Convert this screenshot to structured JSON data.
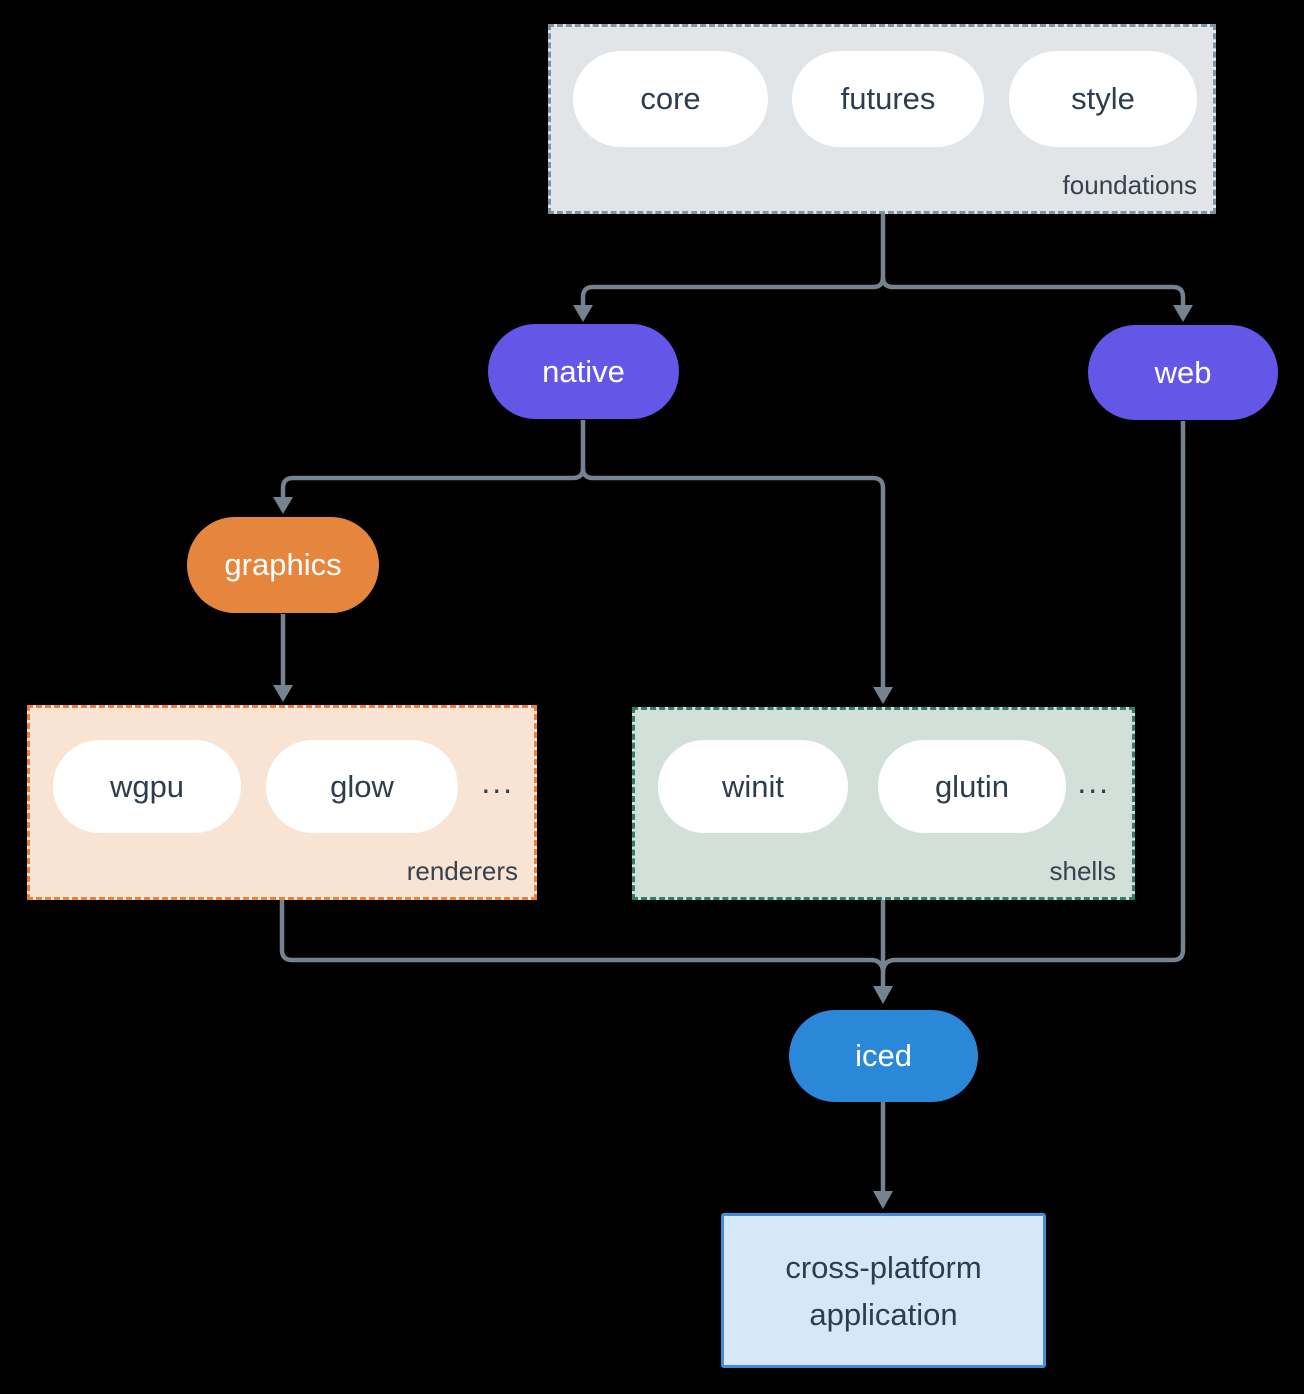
{
  "foundations": {
    "label": "foundations",
    "items": [
      {
        "label": "core"
      },
      {
        "label": "futures"
      },
      {
        "label": "style"
      }
    ]
  },
  "nodes": {
    "native": {
      "label": "native",
      "color": "#6457e8"
    },
    "web": {
      "label": "web",
      "color": "#6457e8"
    },
    "graphics": {
      "label": "graphics",
      "color": "#e6853d"
    },
    "iced": {
      "label": "iced",
      "color": "#2b88d9"
    },
    "application": {
      "label": "cross-platform application",
      "background": "#d6e8f8",
      "border": "#3f8edd"
    }
  },
  "renderers": {
    "label": "renderers",
    "items": [
      {
        "label": "wgpu"
      },
      {
        "label": "glow"
      }
    ],
    "ellipsis": "...",
    "background": "#f9e3d3",
    "border": "#e8823a"
  },
  "shells": {
    "label": "shells",
    "items": [
      {
        "label": "winit"
      },
      {
        "label": "glutin"
      }
    ],
    "ellipsis": "...",
    "background": "#d3e0da",
    "border": "#2f7e6d"
  },
  "colors": {
    "page_background": "#000000",
    "connector": "#75828f",
    "foundations_background": "#e1e5e8",
    "foundations_border": "#7e93a3",
    "pill_background": "#ffffff",
    "pill_text": "#2e3d4d"
  }
}
